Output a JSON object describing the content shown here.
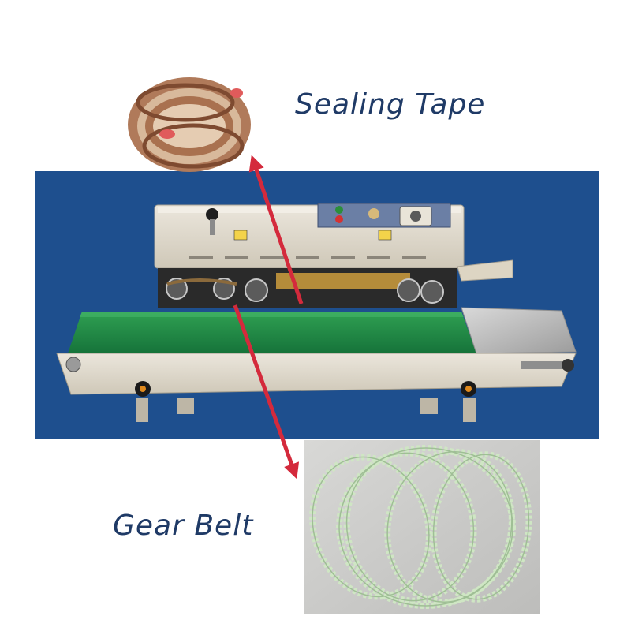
{
  "labels": {
    "sealing_tape": "Sealing Tape",
    "gear_belt": "Gear Belt"
  },
  "colors": {
    "panel_blue": "#1e4f8e",
    "label_text": "#1f3a66",
    "arrow_red": "#d42a3c",
    "conveyor_green": "#1f8a3f",
    "machine_beige": "#e3ddd0",
    "tape_copper": "#a9714f",
    "belt_green": "#cfe6c4"
  },
  "icons": {
    "arrow": "red-double-arrow",
    "tape": "sealing-tape-roll-image",
    "belt": "gear-belt-bundle-image",
    "machine": "band-sealer-machine-image"
  }
}
